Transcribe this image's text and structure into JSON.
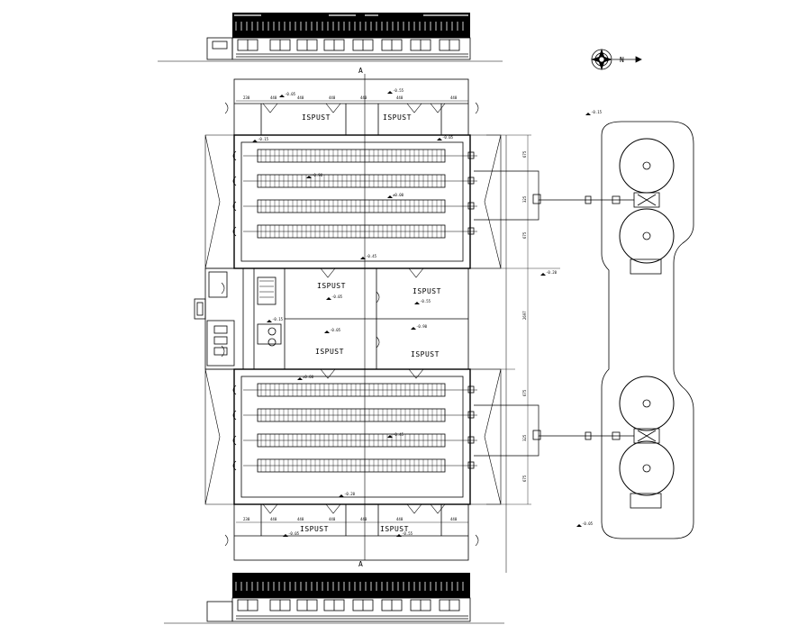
{
  "drawing": {
    "room_label": "ISPUST",
    "section_mark": "A",
    "north_mark": "N",
    "top_dims": [
      "230",
      "440",
      "440",
      "440",
      "440",
      "440",
      "440"
    ],
    "bottom_dims": [
      "230",
      "440",
      "440",
      "440",
      "440",
      "440",
      "440"
    ],
    "right_dims": [
      "675",
      "325",
      "675",
      "2697",
      "675",
      "325",
      "675"
    ],
    "elev_labels": [
      "-0.05",
      "-0.55",
      "-0.15",
      "-0.05",
      "-0.90",
      "±0.00",
      "-0.45",
      "-0.20"
    ],
    "colors": {
      "line": "#000000",
      "background": "#ffffff",
      "roof_fill": "#000000"
    }
  }
}
